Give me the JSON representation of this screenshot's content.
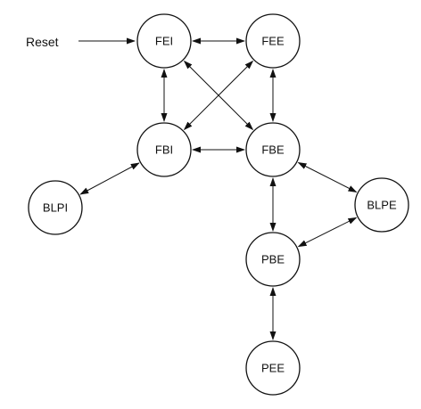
{
  "diagram": {
    "reset_label": "Reset",
    "nodes": [
      {
        "id": "FEI",
        "label": "FEI"
      },
      {
        "id": "FEE",
        "label": "FEE"
      },
      {
        "id": "FBI",
        "label": "FBI"
      },
      {
        "id": "FBE",
        "label": "FBE"
      },
      {
        "id": "BLPI",
        "label": "BLPI"
      },
      {
        "id": "BLPE",
        "label": "BLPE"
      },
      {
        "id": "PBE",
        "label": "PBE"
      },
      {
        "id": "PEE",
        "label": "PEE"
      }
    ],
    "edges": [
      {
        "from": "FEI",
        "to": "FEE",
        "bidirectional": true
      },
      {
        "from": "FEI",
        "to": "FBI",
        "bidirectional": true
      },
      {
        "from": "FEI",
        "to": "FBE",
        "bidirectional": true
      },
      {
        "from": "FEE",
        "to": "FBI",
        "bidirectional": true
      },
      {
        "from": "FEE",
        "to": "FBE",
        "bidirectional": true
      },
      {
        "from": "FBI",
        "to": "FBE",
        "bidirectional": true
      },
      {
        "from": "BLPI",
        "to": "FBI",
        "bidirectional": true
      },
      {
        "from": "FBE",
        "to": "BLPE",
        "bidirectional": true
      },
      {
        "from": "FBE",
        "to": "PBE",
        "bidirectional": true
      },
      {
        "from": "BLPE",
        "to": "PBE",
        "bidirectional": true
      },
      {
        "from": "PBE",
        "to": "PEE",
        "bidirectional": true
      }
    ],
    "reset_target": "FEI"
  }
}
